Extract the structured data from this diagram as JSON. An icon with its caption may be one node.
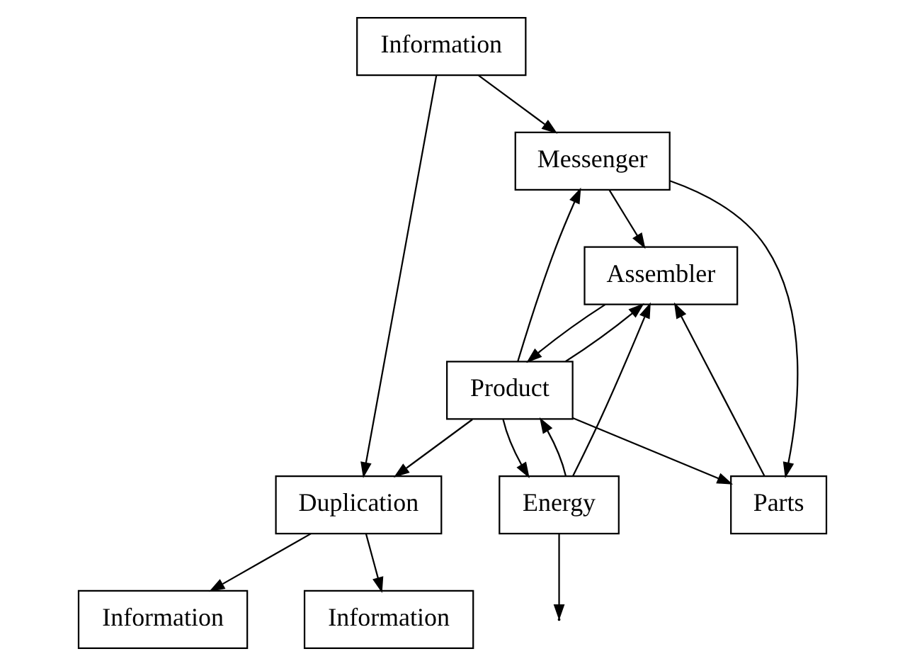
{
  "diagram": {
    "nodes": [
      {
        "text": [
          "Information"
        ]
      },
      {
        "text": [
          "Duplication"
        ]
      },
      {
        "text": [
          "Information"
        ]
      },
      {
        "text": [
          "Information"
        ]
      },
      {
        "text": [
          "Messenger"
        ]
      },
      {
        "text": [
          "Assembler"
        ]
      },
      {
        "text": [
          "Product"
        ]
      },
      {
        "text": [
          "Parts"
        ]
      },
      {
        "text": [
          "Energy"
        ]
      }
    ],
    "edges": [
      {
        "from": 0,
        "to": 1,
        "arrow": "to"
      },
      {
        "from": 1,
        "to": 2,
        "arrow": "to"
      },
      {
        "from": 1,
        "to": 3,
        "arrow": "to"
      },
      {
        "from": 0,
        "to": 4,
        "arrow": "to"
      },
      {
        "from": 6,
        "to": 1,
        "arrow": "to"
      },
      {
        "from": 6,
        "to": 4,
        "arrow": "to"
      },
      {
        "from": 4,
        "to": 5,
        "arrow": "to"
      },
      {
        "from": 4,
        "to": 7,
        "arrow": "to"
      },
      {
        "from": 6,
        "to": 5,
        "arrow": "to"
      },
      {
        "from": 5,
        "to": 6,
        "arrow": "to"
      },
      {
        "from": 7,
        "to": 5,
        "arrow": "to"
      },
      {
        "from": 8,
        "to": 5,
        "arrow": "to"
      },
      {
        "from": 8,
        "to": null,
        "arrow": "to"
      },
      {
        "from": 8,
        "to": 6,
        "arrow": "to"
      },
      {
        "from": 6,
        "to": 8,
        "arrow": "to"
      },
      {
        "from": 6,
        "to": 7,
        "arrow": "to"
      }
    ]
  }
}
